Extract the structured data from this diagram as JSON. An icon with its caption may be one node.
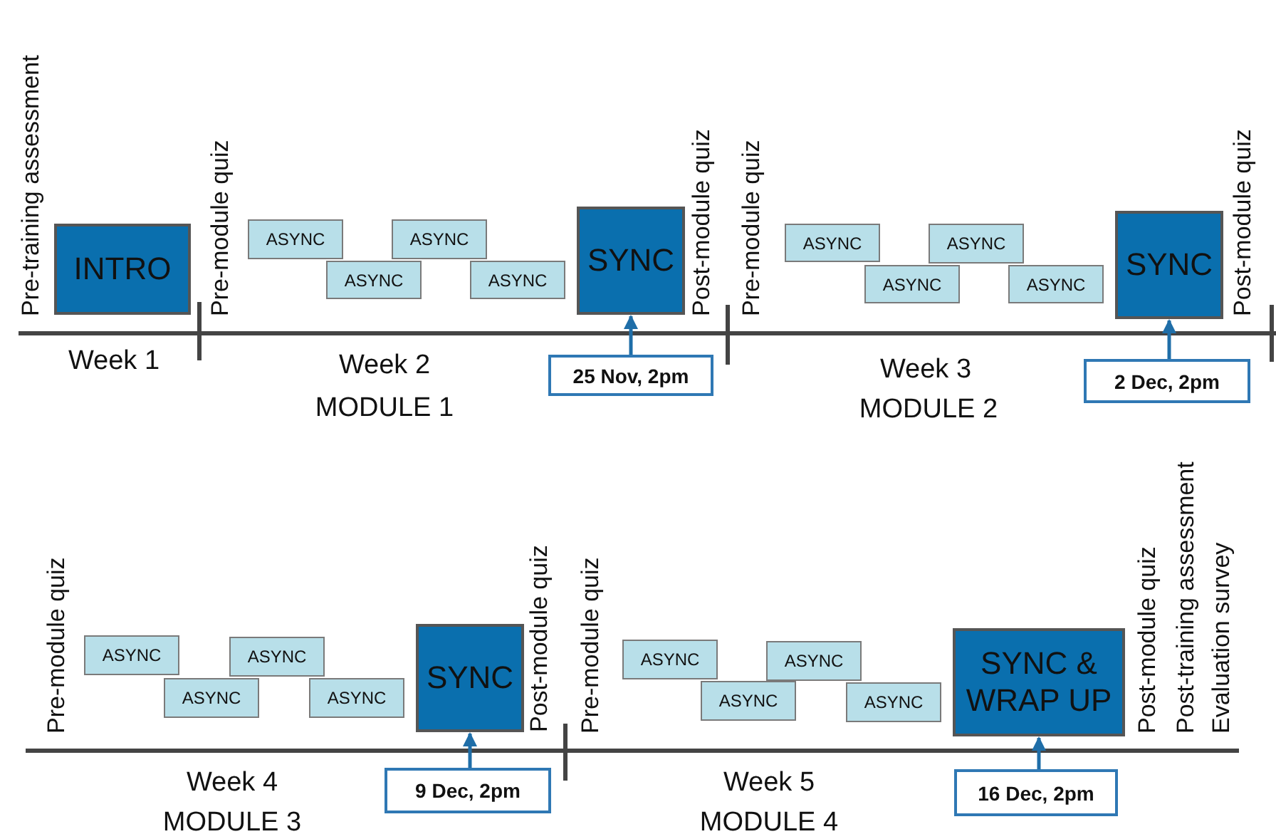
{
  "diagram": {
    "nodes": [
      {
        "text": [
          "INTRO"
        ]
      },
      {
        "text": [
          "ASYNC"
        ]
      },
      {
        "text": [
          "ASYNC"
        ]
      },
      {
        "text": [
          "ASYNC"
        ]
      },
      {
        "text": [
          "ASYNC"
        ]
      },
      {
        "text": [
          "SYNC"
        ]
      },
      {
        "text": [
          "25 Nov, 2pm"
        ]
      },
      {
        "text": [
          "ASYNC"
        ]
      },
      {
        "text": [
          "ASYNC"
        ]
      },
      {
        "text": [
          "ASYNC"
        ]
      },
      {
        "text": [
          "ASYNC"
        ]
      },
      {
        "text": [
          "SYNC"
        ]
      },
      {
        "text": [
          "2 Dec, 2pm"
        ]
      },
      {
        "text": [
          "ASYNC"
        ]
      },
      {
        "text": [
          "ASYNC"
        ]
      },
      {
        "text": [
          "ASYNC"
        ]
      },
      {
        "text": [
          "ASYNC"
        ]
      },
      {
        "text": [
          "SYNC"
        ]
      },
      {
        "text": [
          "9 Dec, 2pm"
        ]
      },
      {
        "text": [
          "ASYNC"
        ]
      },
      {
        "text": [
          "ASYNC"
        ]
      },
      {
        "text": [
          "ASYNC"
        ]
      },
      {
        "text": [
          "ASYNC"
        ]
      },
      {
        "text": [
          "SYNC & WRAP UP"
        ]
      },
      {
        "text": [
          "16 Dec, 2pm"
        ]
      }
    ],
    "edges": [
      {
        "from": 6,
        "to": 5,
        "arrow": "to"
      },
      {
        "from": 12,
        "to": 11,
        "arrow": "to"
      },
      {
        "from": 18,
        "to": 17,
        "arrow": "to"
      },
      {
        "from": 24,
        "to": 23,
        "arrow": "to"
      }
    ],
    "labels": [
      "Pre-training assessment",
      "Pre-module quiz",
      "Post-module quiz",
      "Pre-module quiz",
      "Post-module quiz",
      "Week 1",
      "Week 2",
      "MODULE 1",
      "Week 3",
      "MODULE 2",
      "Pre-module quiz",
      "Post-module quiz",
      "Pre-module quiz",
      "Post-module quiz",
      "Post-training assessment",
      "Evaluation survey",
      "Week 4",
      "MODULE 3",
      "Week 5",
      "MODULE 4"
    ]
  }
}
